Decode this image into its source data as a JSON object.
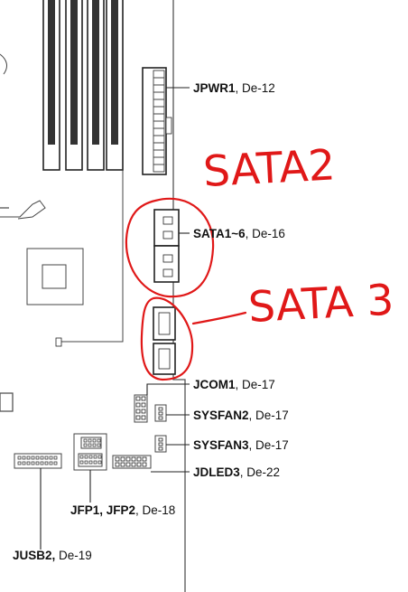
{
  "labels": {
    "jpwr1": {
      "name": "JPWR1",
      "page": ", De-12"
    },
    "sata": {
      "name": "SATA1~6",
      "page": ", De-16"
    },
    "jcom1": {
      "name": "JCOM1",
      "page": ", De-17"
    },
    "sysfan2": {
      "name": "SYSFAN2",
      "page": ", De-17"
    },
    "sysfan3": {
      "name": "SYSFAN3",
      "page": ", De-17"
    },
    "jdled3": {
      "name": "JDLED3",
      "page": ", De-22"
    },
    "jfp": {
      "name": "JFP1, JFP2",
      "page": ", De-18"
    },
    "jusb2": {
      "name": "JUSB2,",
      "page": " De-19"
    }
  },
  "annotations": {
    "sata2": "SATA2",
    "sata3": "SATA 3"
  },
  "colors": {
    "annotation": "#e01818",
    "outline": "#222222"
  }
}
